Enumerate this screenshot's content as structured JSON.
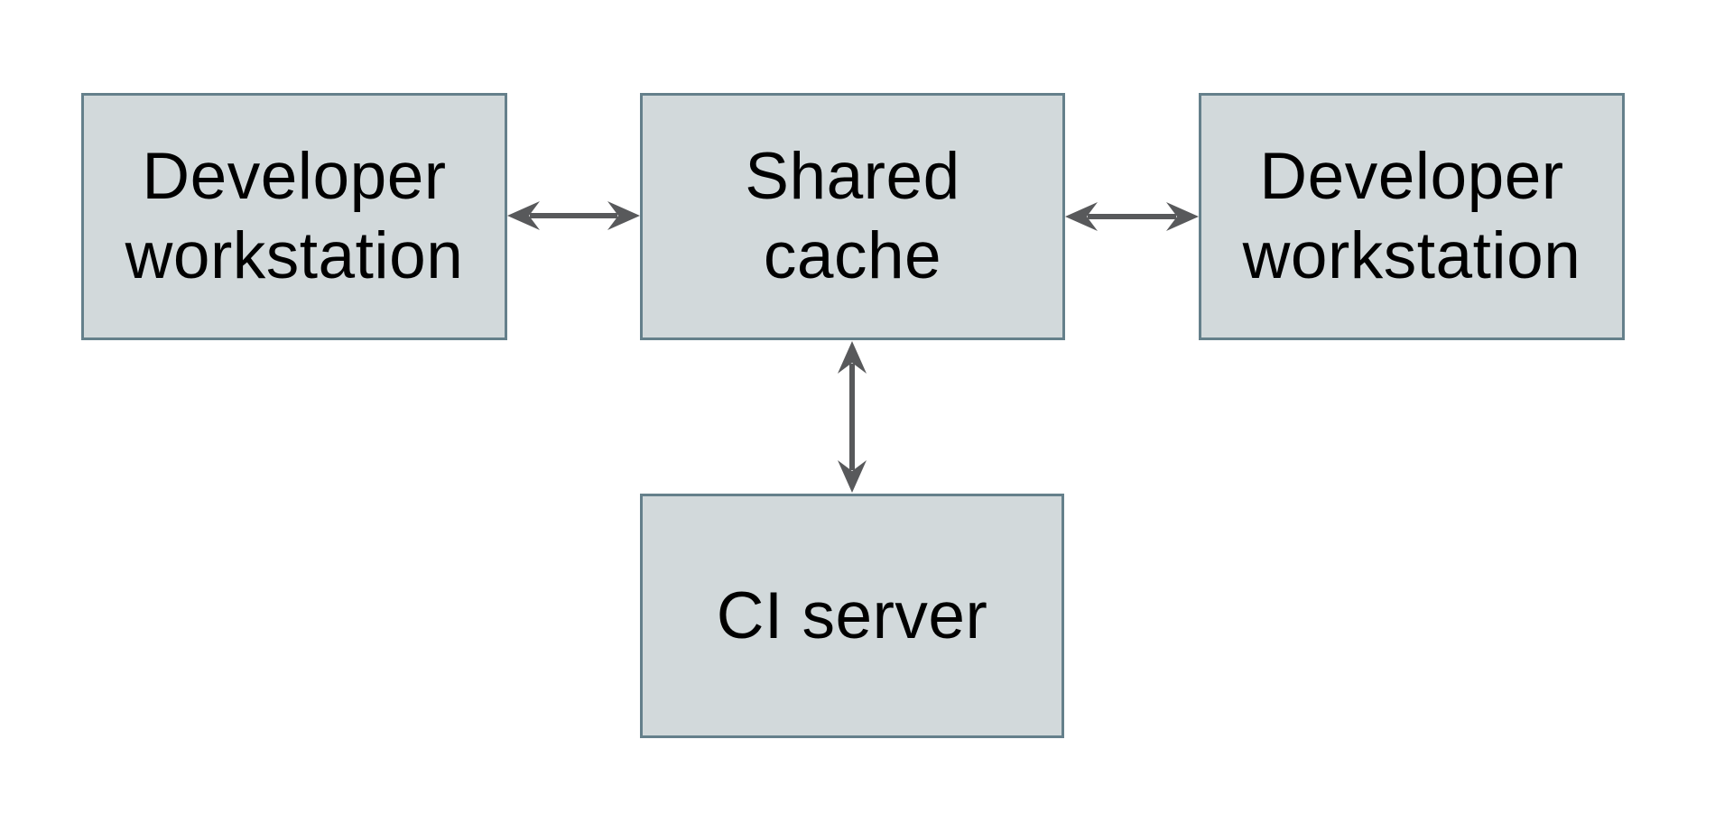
{
  "diagram": {
    "type": "architecture-diagram",
    "nodes": [
      {
        "id": "developer-workstation-left",
        "label": "Developer\nworkstation"
      },
      {
        "id": "shared-cache",
        "label": "Shared\ncache"
      },
      {
        "id": "developer-workstation-right",
        "label": "Developer\nworkstation"
      },
      {
        "id": "ci-server",
        "label": "CI server"
      }
    ],
    "connections": [
      {
        "from": "developer-workstation-left",
        "to": "shared-cache",
        "style": "bidirectional-arrow"
      },
      {
        "from": "shared-cache",
        "to": "developer-workstation-right",
        "style": "bidirectional-arrow"
      },
      {
        "from": "shared-cache",
        "to": "ci-server",
        "style": "bidirectional-arrow"
      }
    ],
    "colors": {
      "background": "#ffffff",
      "node_fill": "#d2d9db",
      "node_border": "#65808b",
      "arrow": "#58595b",
      "text": "#000000"
    }
  }
}
